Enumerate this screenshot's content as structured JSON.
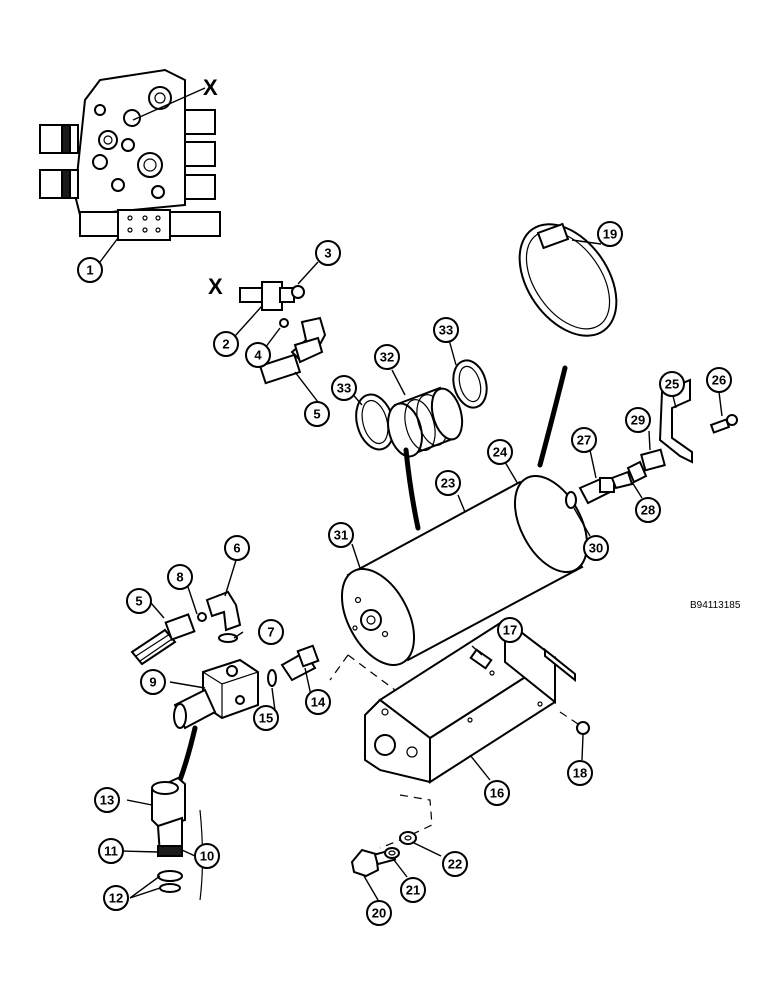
{
  "diagram": {
    "reference_code": "B94113185",
    "port_marker": "X",
    "callouts": [
      {
        "id": "1",
        "label": "1"
      },
      {
        "id": "2",
        "label": "2"
      },
      {
        "id": "3",
        "label": "3"
      },
      {
        "id": "4",
        "label": "4"
      },
      {
        "id": "5a",
        "label": "5"
      },
      {
        "id": "5b",
        "label": "5"
      },
      {
        "id": "6",
        "label": "6"
      },
      {
        "id": "7",
        "label": "7"
      },
      {
        "id": "8",
        "label": "8"
      },
      {
        "id": "9",
        "label": "9"
      },
      {
        "id": "10",
        "label": "10"
      },
      {
        "id": "11",
        "label": "11"
      },
      {
        "id": "12",
        "label": "12"
      },
      {
        "id": "13",
        "label": "13"
      },
      {
        "id": "14",
        "label": "14"
      },
      {
        "id": "15",
        "label": "15"
      },
      {
        "id": "16",
        "label": "16"
      },
      {
        "id": "17",
        "label": "17"
      },
      {
        "id": "18",
        "label": "18"
      },
      {
        "id": "19",
        "label": "19"
      },
      {
        "id": "20",
        "label": "20"
      },
      {
        "id": "21",
        "label": "21"
      },
      {
        "id": "22",
        "label": "22"
      },
      {
        "id": "23",
        "label": "23"
      },
      {
        "id": "24",
        "label": "24"
      },
      {
        "id": "25",
        "label": "25"
      },
      {
        "id": "26",
        "label": "26"
      },
      {
        "id": "27",
        "label": "27"
      },
      {
        "id": "28",
        "label": "28"
      },
      {
        "id": "29",
        "label": "29"
      },
      {
        "id": "30",
        "label": "30"
      },
      {
        "id": "31",
        "label": "31"
      },
      {
        "id": "32",
        "label": "32"
      },
      {
        "id": "33a",
        "label": "33"
      },
      {
        "id": "33b",
        "label": "33"
      }
    ]
  }
}
